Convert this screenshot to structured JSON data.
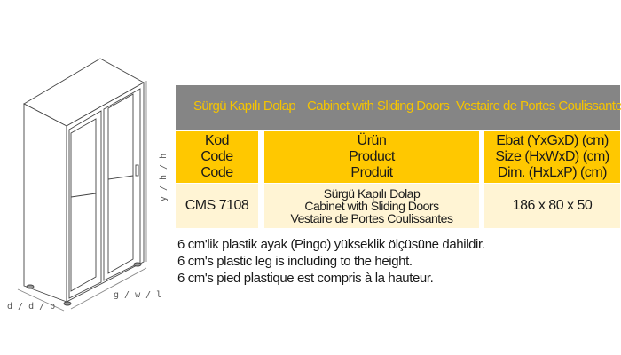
{
  "drawing": {
    "height_label": "y / h / h",
    "width_label": "g / w / l",
    "depth_label": "d / d / p"
  },
  "header": {
    "col1": "Sürgü Kapılı Dolap",
    "col2": "Cabinet with Sliding Doors",
    "col3": "Vestaire de Portes Coulissantes"
  },
  "columns": {
    "code": [
      "Kod",
      "Code",
      "Code"
    ],
    "product": [
      "Ürün",
      "Product",
      "Produit"
    ],
    "size": [
      "Ebat (YxGxD) (cm)",
      "Size (HxWxD) (cm)",
      "Dim. (HxLxP) (cm)"
    ]
  },
  "row": {
    "code": "CMS 7108",
    "product": [
      "Sürgü Kapılı Dolap",
      "Cabinet with Sliding Doors",
      "Vestaire de Portes Coulissantes"
    ],
    "size": "186 x 80 x 50"
  },
  "notes": [
    "6 cm'lik plastik ayak (Pingo) yükseklik ölçüsüne dahildir.",
    "6 cm's plastic leg is including to the height.",
    "6 cm's pied plastique est compris à la hauteur."
  ],
  "colors": {
    "header_bg": "#858585",
    "header_text": "#f5c400",
    "yellow": "#ffc800",
    "light": "#fff4d4"
  }
}
